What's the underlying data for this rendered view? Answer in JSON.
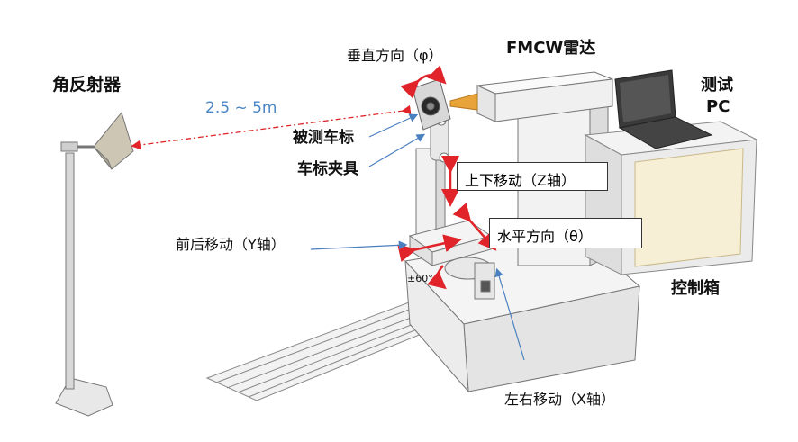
{
  "labels": {
    "corner_reflector": "角反射器",
    "distance": "2.5 ~ 5m",
    "vertical_direction": "垂直方向（φ）",
    "radar": "FMCW雷达",
    "test_pc": "测试\nPC",
    "test_pc_line1": "测试",
    "test_pc_line2": "PC",
    "target_plate": "被测车标",
    "plate_fixture": "车标夹具",
    "z_axis": "上下移动（Z轴）",
    "horizontal_direction": "水平方向（θ）",
    "y_axis": "前后移动（Y轴）",
    "angle_range": "±60°",
    "control_box": "控制箱",
    "x_axis": "左右移动（X轴）"
  },
  "colors": {
    "arrow_red": "#e0242a",
    "pointer_blue": "#4a7fc0",
    "distance_text": "#4a86c5",
    "box_grey": "#e9e9e9",
    "cabinet_panel": "#f6efd6"
  }
}
